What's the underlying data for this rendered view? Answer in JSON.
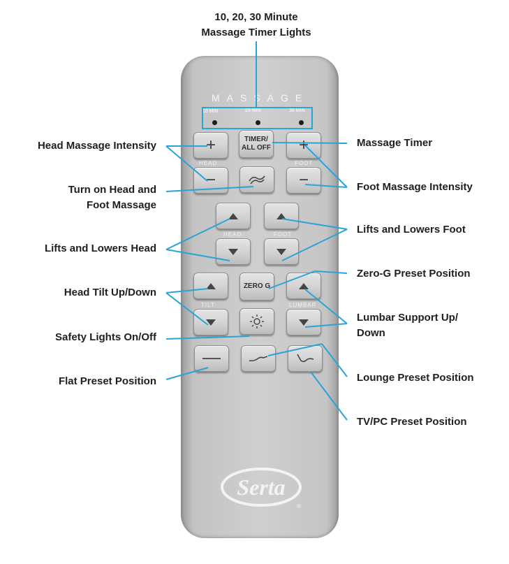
{
  "remote": {
    "massage_title": "MASSAGE",
    "timer_lights": [
      "10 MIN",
      "20 MIN",
      "30 MIN"
    ],
    "buttons": {
      "timer": "TIMER/\nALL OFF",
      "zero_g": "ZERO G"
    },
    "section_labels": {
      "massage_head": "HEAD",
      "massage_foot": "FOOT",
      "lift_head": "HEAD",
      "lift_foot": "FOOT",
      "tilt": "TILT",
      "lumbar": "LUMBAR"
    },
    "logo": "Serta"
  },
  "callouts": {
    "timer_lights": "10, 20, 30 Minute\nMassage Timer Lights",
    "head_massage": "Head Massage Intensity",
    "massage_timer": "Massage Timer",
    "head_foot_massage": "Turn on Head and\nFoot Massage",
    "foot_massage": "Foot Massage Intensity",
    "lifts_foot": "Lifts and Lowers Foot",
    "lifts_head": "Lifts and Lowers Head",
    "zero_g": "Zero-G Preset Position",
    "head_tilt": "Head Tilt Up/Down",
    "lumbar": "Lumbar Support Up/\nDown",
    "safety_lights": "Safety Lights On/Off",
    "lounge": "Lounge Preset Position",
    "flat": "Flat Preset Position",
    "tvpc": "TV/PC Preset Position"
  },
  "colors": {
    "leader_line": "#2aa3d8",
    "remote_body": "#c8c8c8",
    "button_face": "#d8d8d8",
    "label_text": "#1f1f1f"
  }
}
